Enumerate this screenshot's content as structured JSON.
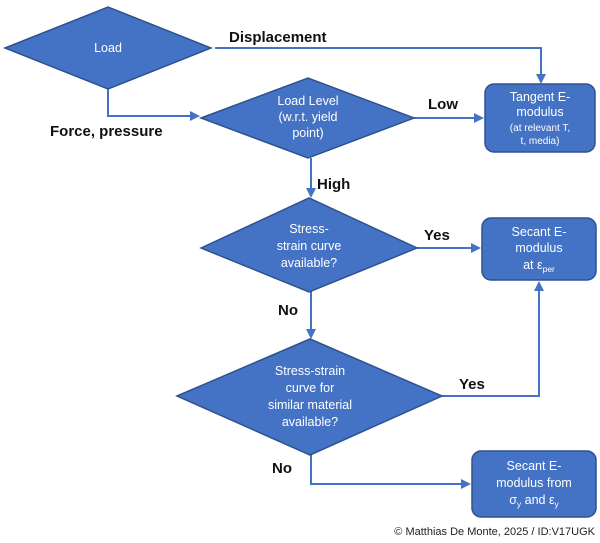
{
  "colors": {
    "node_fill": "#4472C4",
    "node_stroke": "#2F528F",
    "node_text": "#FFFFFF",
    "edge": "#4472C4",
    "label": "#111111"
  },
  "nodes": {
    "load": {
      "line1": "Load"
    },
    "load_level": {
      "line1": "Load Level",
      "line2": "(w.r.t. yield",
      "line3": "point)"
    },
    "stress_strain": {
      "line1": "Stress-",
      "line2": "strain curve",
      "line3": "available?"
    },
    "stress_strain_similar": {
      "line1": "Stress-strain",
      "line2": "curve for",
      "line3": "similar material",
      "line4": "available?"
    },
    "tangent": {
      "line1": "Tangent E-",
      "line2": "modulus",
      "line3": "(at relevant T,",
      "line4": "t, media)"
    },
    "secant": {
      "line1": "Secant E-",
      "line2": "modulus",
      "line3_prefix": "at ε",
      "line3_sub": "per"
    },
    "secant_from": {
      "line1": "Secant E-",
      "line2": "modulus from",
      "line3_sigma": "σ",
      "line3_sigma_sub": "y",
      "line3_and": " and ε",
      "line3_eps_sub": "y"
    }
  },
  "edges": {
    "displacement": "Displacement",
    "force_pressure": "Force, pressure",
    "low": "Low",
    "high": "High",
    "yes_1": "Yes",
    "no_1": "No",
    "yes_2": "Yes",
    "no_2": "No"
  },
  "footer": "© Matthias De Monte, 2025 / ID:V17UGK"
}
